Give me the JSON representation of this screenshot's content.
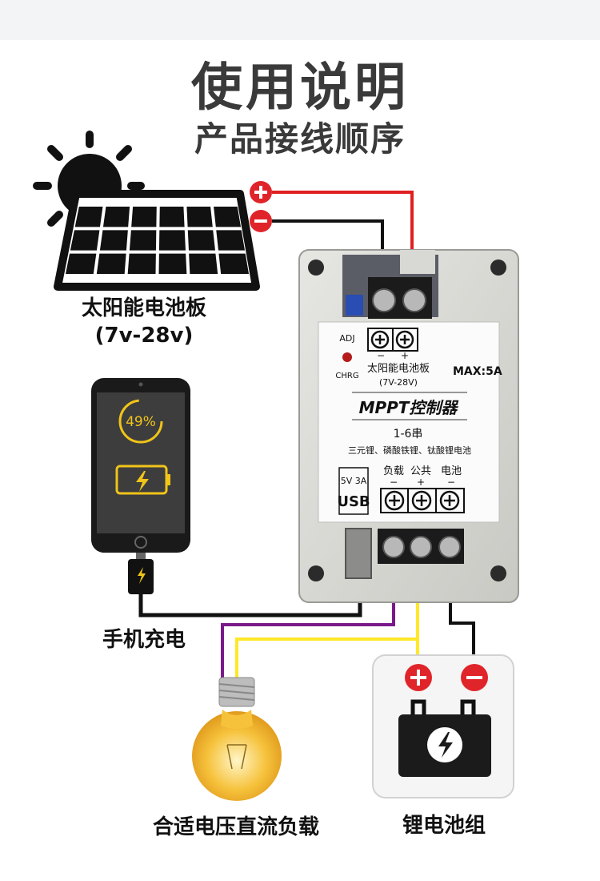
{
  "header": {
    "title": "使用说明",
    "subtitle": "产品接线顺序"
  },
  "solar_panel": {
    "label": "太阳能电池板",
    "range": "(7v-28v)"
  },
  "phone": {
    "label": "手机充电",
    "battery_percent": "49%"
  },
  "load": {
    "label": "合适电压直流负载"
  },
  "battery_pack": {
    "label": "锂电池组"
  },
  "controller": {
    "adj_label": "ADJ",
    "chrg_label": "CHRG",
    "input_label": "太阳能电池板",
    "input_range": "(7V-28V)",
    "max_label": "MAX:5A",
    "name": "MPPT控制器",
    "series": "1-6串",
    "battery_types": "三元锂、磷酸铁锂、钛酸锂电池",
    "out_labels": [
      "负载",
      "公共",
      "电池"
    ],
    "usb_spec": "5V 3A",
    "usb_label": "USB"
  },
  "colors": {
    "positive_wire": "#e02020",
    "negative_wire": "#111111",
    "load_wire": "#7a1a8a",
    "common_wire": "#ffe82a",
    "terminal_red": "#e0252a",
    "bulb_glow": "#f6c23c"
  }
}
